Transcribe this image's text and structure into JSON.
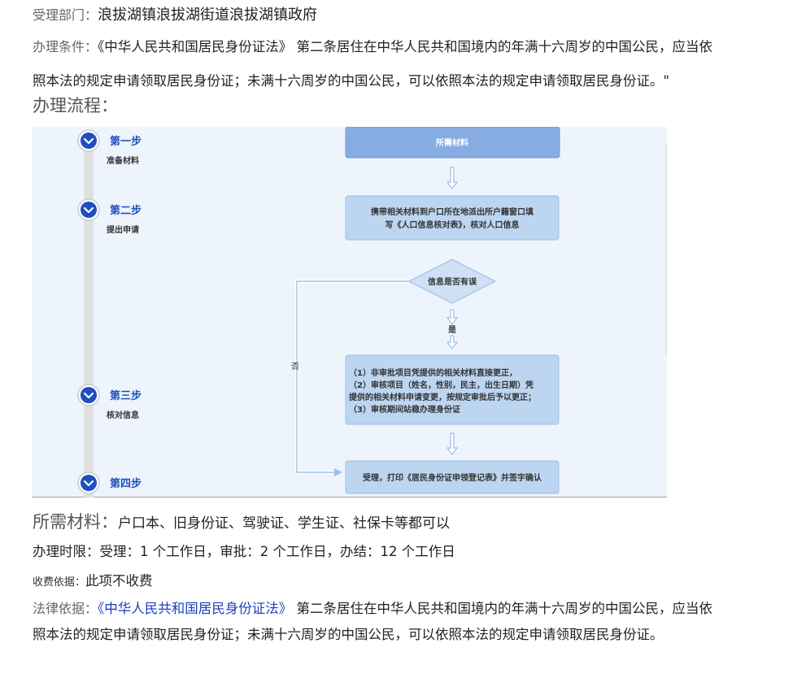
{
  "department": {
    "label": "受理部门：",
    "value": "浪拔湖镇浪拔湖街道浪拔湖镇政府"
  },
  "conditions": {
    "label": "办理条件：",
    "line1": "《中华人民共和国居民身份证法》 第二条居住在中华人民共和国境内的年满十六周岁的中国公民，应当依",
    "line2": "照本法的规定申请领取居民身份证；未满十六周岁的中国公民，可以依照本法的规定申请领取居民身份证。\""
  },
  "process_label": "办理流程：",
  "flowchart": {
    "steps": [
      {
        "title": "第一步",
        "subtitle": "准备材料"
      },
      {
        "title": "第二步",
        "subtitle": "提出申请"
      },
      {
        "title": "第三步",
        "subtitle": "核对信息"
      },
      {
        "title": "第四步",
        "subtitle": ""
      }
    ],
    "box1": "所需材料",
    "box2_line1": "携带相关材料到户口所在地派出所户籍窗口填",
    "box2_line2": "写《人口信息核对表》，核对人口信息",
    "decision": "信息是否有误",
    "yes_label": "是",
    "no_label": "否",
    "box3_line1": "（1）非审批项目凭提供的相关材料直接更正，",
    "box3_line2": "（2）审核项目（姓名，性别，民主，出生日期）凭",
    "box3_line3": "提供的相关材料申请变更，按规定审批后予以更正；",
    "box3_line4": "（3）审核期间站稳办理身份证",
    "box4": "受理，打印《居民身份证申领登记表》并签字确认",
    "colors": {
      "box": "#bcd5f0",
      "box_header": "#86ace2",
      "step_circle": "#1f4fbf",
      "timeline": "#e0e0e0",
      "arrow": "#9cc0e8"
    }
  },
  "materials": {
    "label": "所需材料：",
    "value": "户口本、旧身份证、驾驶证、学生证、社保卡等都可以"
  },
  "time_limit": {
    "label": "办理时限：",
    "value": "受理：1 个工作日，审批：2 个工作日，办结：12 个工作日"
  },
  "fee": {
    "label": "收费依据：",
    "value": "此项不收费"
  },
  "legal": {
    "label": "法律依据：",
    "law": "《中华人民共和国居民身份证法》",
    "line1_rest": " 第二条居住在中华人民共和国境内的年满十六周岁的中国公民，应当依",
    "line2": "照本法的规定申请领取居民身份证；未满十六周岁的中国公民，可以依照本法的规定申请领取居民身份证。"
  }
}
